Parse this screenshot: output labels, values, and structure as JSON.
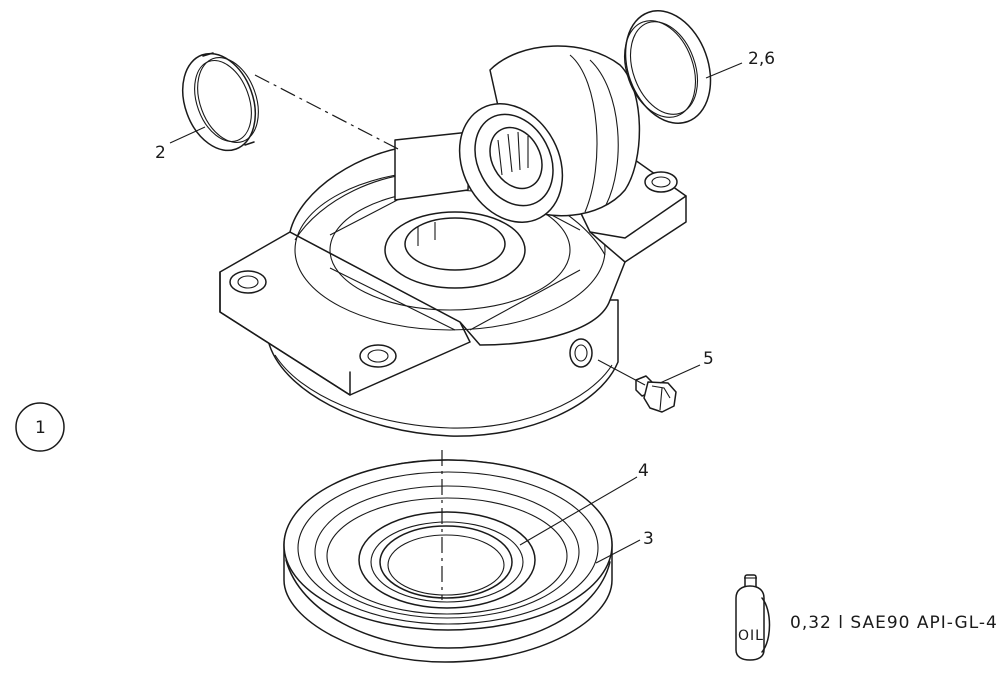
{
  "labels": {
    "group": "1",
    "ring_left": "2",
    "ring_right": "2,6",
    "plug": "5",
    "seal": "4",
    "cover": "3"
  },
  "oil": {
    "bottle_text": "OIL",
    "spec": "0,32 l SAE90 API-GL-4"
  }
}
